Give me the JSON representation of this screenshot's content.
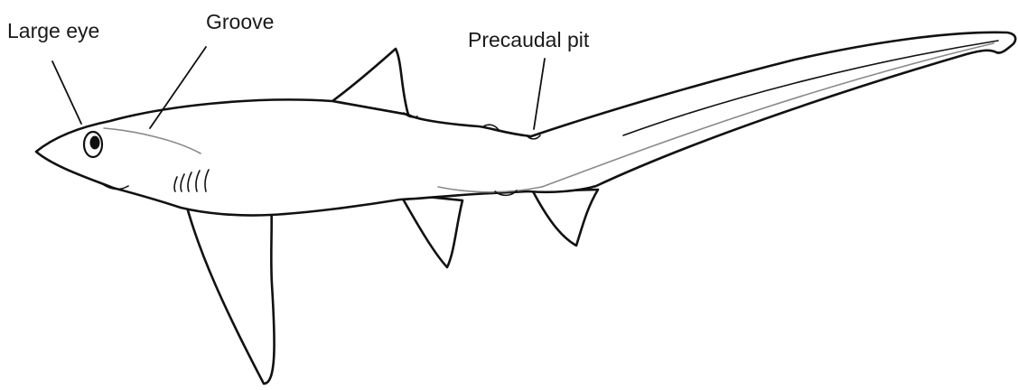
{
  "labels": {
    "large_eye": "Large eye",
    "groove": "Groove",
    "precaudal_pit": "Precaudal pit"
  },
  "colors": {
    "outline": "#111111",
    "background": "#ffffff",
    "lateral_line": "#8a8a8a"
  }
}
